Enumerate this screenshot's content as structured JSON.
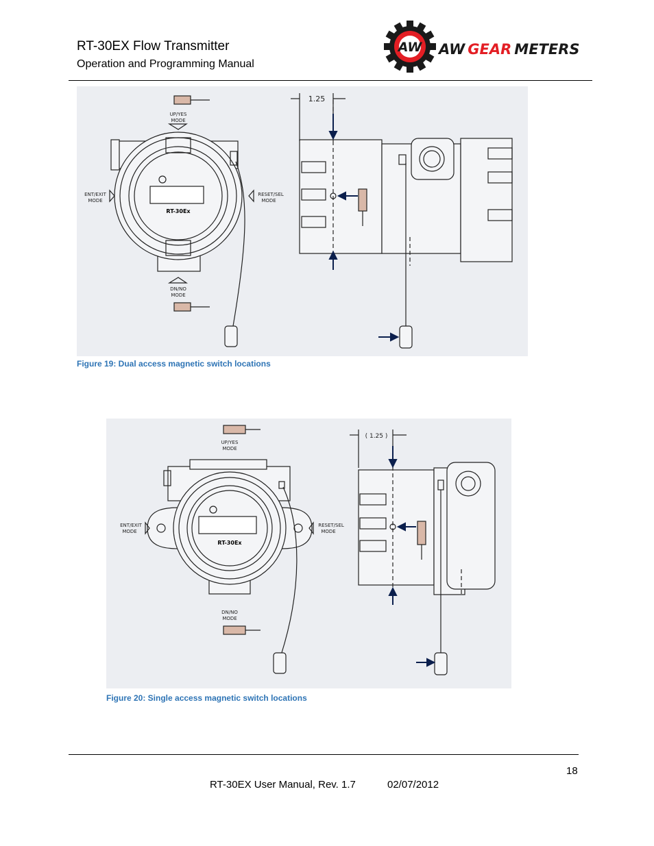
{
  "header": {
    "title": "RT-30EX Flow Transmitter",
    "subtitle": "Operation and Programming Manual",
    "logo": {
      "icon": "gear-aw-logo-icon",
      "badge": "AW",
      "word_aw": "AW",
      "word_gear": "GEAR",
      "word_meters": "METERS",
      "colors": {
        "red": "#e31e24",
        "black": "#1a1a1a"
      }
    }
  },
  "figures": [
    {
      "caption": "Figure 19: Dual access magnetic switch locations",
      "labels": {
        "dimension": "1.25",
        "up": [
          "UP/YES",
          "MODE"
        ],
        "down": [
          "DN/NO",
          "MODE"
        ],
        "left": [
          "ENT/EXIT",
          "MODE"
        ],
        "right": [
          "RESET/SEL",
          "MODE"
        ],
        "display_model": "RT-30Ex"
      }
    },
    {
      "caption": "Figure 20: Single access magnetic switch locations",
      "labels": {
        "dimension": "( 1.25 )",
        "up": [
          "UP/YES",
          "MODE"
        ],
        "down": [
          "DN/NO",
          "MODE"
        ],
        "left": [
          "ENT/EXIT",
          "MODE"
        ],
        "right": [
          "RESET/SEL",
          "MODE"
        ],
        "display_model": "RT-30Ex"
      }
    }
  ],
  "footer": {
    "page_number": "18",
    "manual": "RT-30EX User Manual, Rev. 1.7",
    "date": "02/07/2012"
  },
  "colors": {
    "caption": "#2e74b5",
    "figure_bg": "#eceef2"
  }
}
